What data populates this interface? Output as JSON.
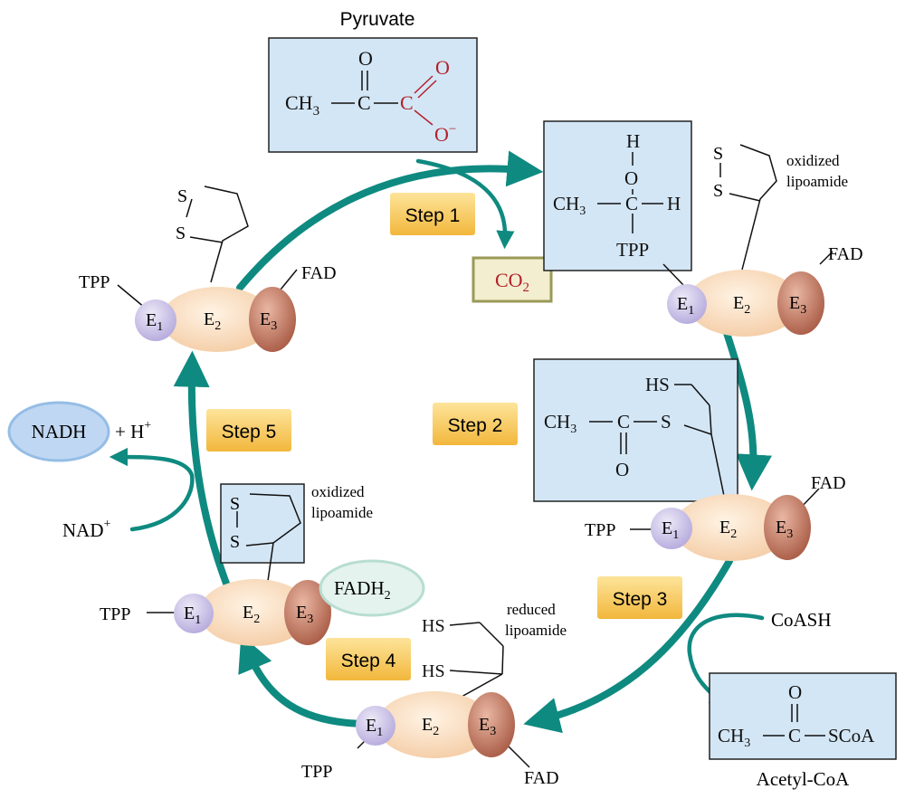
{
  "title": "Pyruvate",
  "product": "Acetyl-CoA",
  "colors": {
    "arrow": "#0f8a80",
    "box_fill": "#d3e6f5",
    "step_fill": "#f7c955",
    "e1": "#c9c0e6",
    "e2": "#f8d8b4",
    "e3": "#c0735c",
    "carboxyl_red": "#b3202a",
    "nadh_fill": "#bfd7f2",
    "fadh2_fill": "#e4f3ee",
    "co2_fill": "#f2eecf"
  },
  "steps": [
    "Step 1",
    "Step 2",
    "Step 3",
    "Step 4",
    "Step 5"
  ],
  "enzymes": {
    "e1_base": "E",
    "e1_sub": "1",
    "e2_base": "E",
    "e2_sub": "2",
    "e3_base": "E",
    "e3_sub": "3"
  },
  "labels": {
    "tpp": "TPP",
    "fad": "FAD",
    "oxidized_1": "oxidized",
    "oxidized_2": "lipoamide",
    "reduced_1": "reduced",
    "reduced_2": "lipoamide",
    "coash": "CoASH",
    "nad": "NAD",
    "nad_sup": "+",
    "nadh": "NADH",
    "plus_h": "+ H",
    "h_sup": "+",
    "fadh": "FADH",
    "fadh_sub": "2",
    "co": "CO",
    "co_sub": "2"
  },
  "chem": {
    "ch": "CH",
    "three": "3",
    "c": "C",
    "o": "O",
    "minus": "−",
    "h": "H",
    "s": "S",
    "hs": "HS",
    "scoa": "SCoA",
    "tpp": "TPP"
  }
}
